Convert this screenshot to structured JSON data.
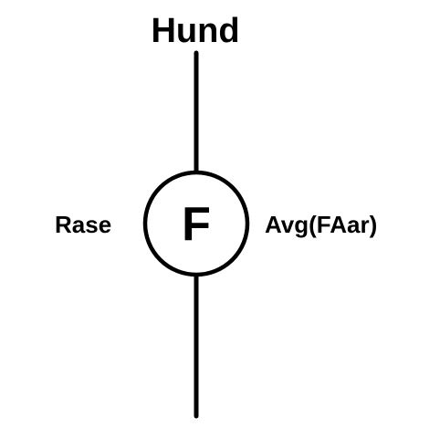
{
  "diagram": {
    "title": "Hund",
    "node_letter": "F",
    "left_label": "Rase",
    "right_label": "Avg(FAar)",
    "line_color": "#000000",
    "background_color": "#ffffff"
  }
}
